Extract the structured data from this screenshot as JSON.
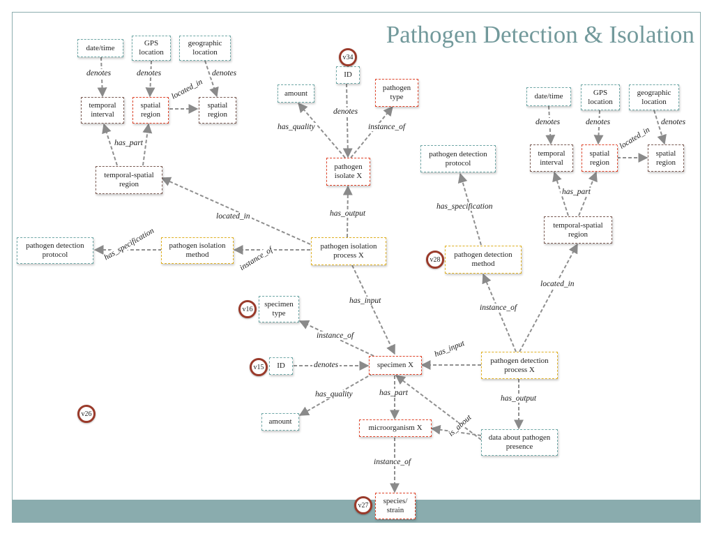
{
  "title": "Pathogen Detection & Isolation",
  "nodes": {
    "tl_datetime": "date/time",
    "tl_gps": "GPS location",
    "tl_geo": "geographic location",
    "tl_temporal": "temporal interval",
    "tl_spatial1": "spatial region",
    "tl_spatial2": "spatial region",
    "tl_tsr": "temporal-spatial region",
    "left_protocol": "pathogen detection protocol",
    "iso_method": "pathogen isolation method",
    "iso_process": "pathogen isolation process X",
    "amount_top": "amount",
    "id_top": "ID",
    "pathogen_type": "pathogen type",
    "pathogen_isolate": "pathogen isolate X",
    "det_protocol": "pathogen detection protocol",
    "det_method": "pathogen detection method",
    "tr_datetime": "date/time",
    "tr_gps": "GPS location",
    "tr_geo": "geographic location",
    "tr_temporal": "temporal interval",
    "tr_spatial1": "spatial region",
    "tr_spatial2": "spatial region",
    "tr_tsr": "temporal-spatial region",
    "specimen_type": "specimen type",
    "id_mid": "ID",
    "specimen": "specimen X",
    "det_process": "pathogen detection process X",
    "amount_bottom": "amount",
    "microorganism": "microorganism X",
    "data_about": "data about pathogen presence",
    "species": "species/ strain"
  },
  "edge_labels": {
    "denotes_1": "denotes",
    "denotes_2": "denotes",
    "denotes_3": "denotes",
    "located_in_1": "located_in",
    "has_part_1": "has_part",
    "located_in_2": "located_in",
    "has_specification_1": "has_specification",
    "instance_of_1": "instance_of",
    "has_quality_1": "has_quality",
    "denotes_4": "denotes",
    "instance_of_2": "instance_of",
    "has_output_1": "has_output",
    "has_specification_2": "has_specification",
    "denotes_5": "denotes",
    "denotes_6": "denotes",
    "denotes_7": "denotes",
    "located_in_3": "located_in",
    "has_part_2": "has_part",
    "located_in_4": "located_in",
    "instance_of_3": "instance_of",
    "has_input_1": "has_input",
    "instance_of_4": "instance_of",
    "denotes_8": "denotes",
    "has_input_2": "has_input",
    "has_quality_2": "has_quality",
    "has_part_3": "has_part",
    "has_output_2": "has_output",
    "is_about": "is_about",
    "instance_of_5": "instance_of"
  },
  "badges": {
    "v34": "v34",
    "v28": "v28",
    "v16": "v16",
    "v15": "v15",
    "v26": "v26",
    "v27": "v27"
  },
  "colors": {
    "accent": "#72999b",
    "bar": "#8aacae",
    "teal_border": "#6ea7a6",
    "brown_border": "#7a5a52",
    "red_border": "#e0452b",
    "yellow_border": "#e0b021",
    "badge_ring": "#9a3a2a",
    "edge": "#8a8a8a"
  }
}
